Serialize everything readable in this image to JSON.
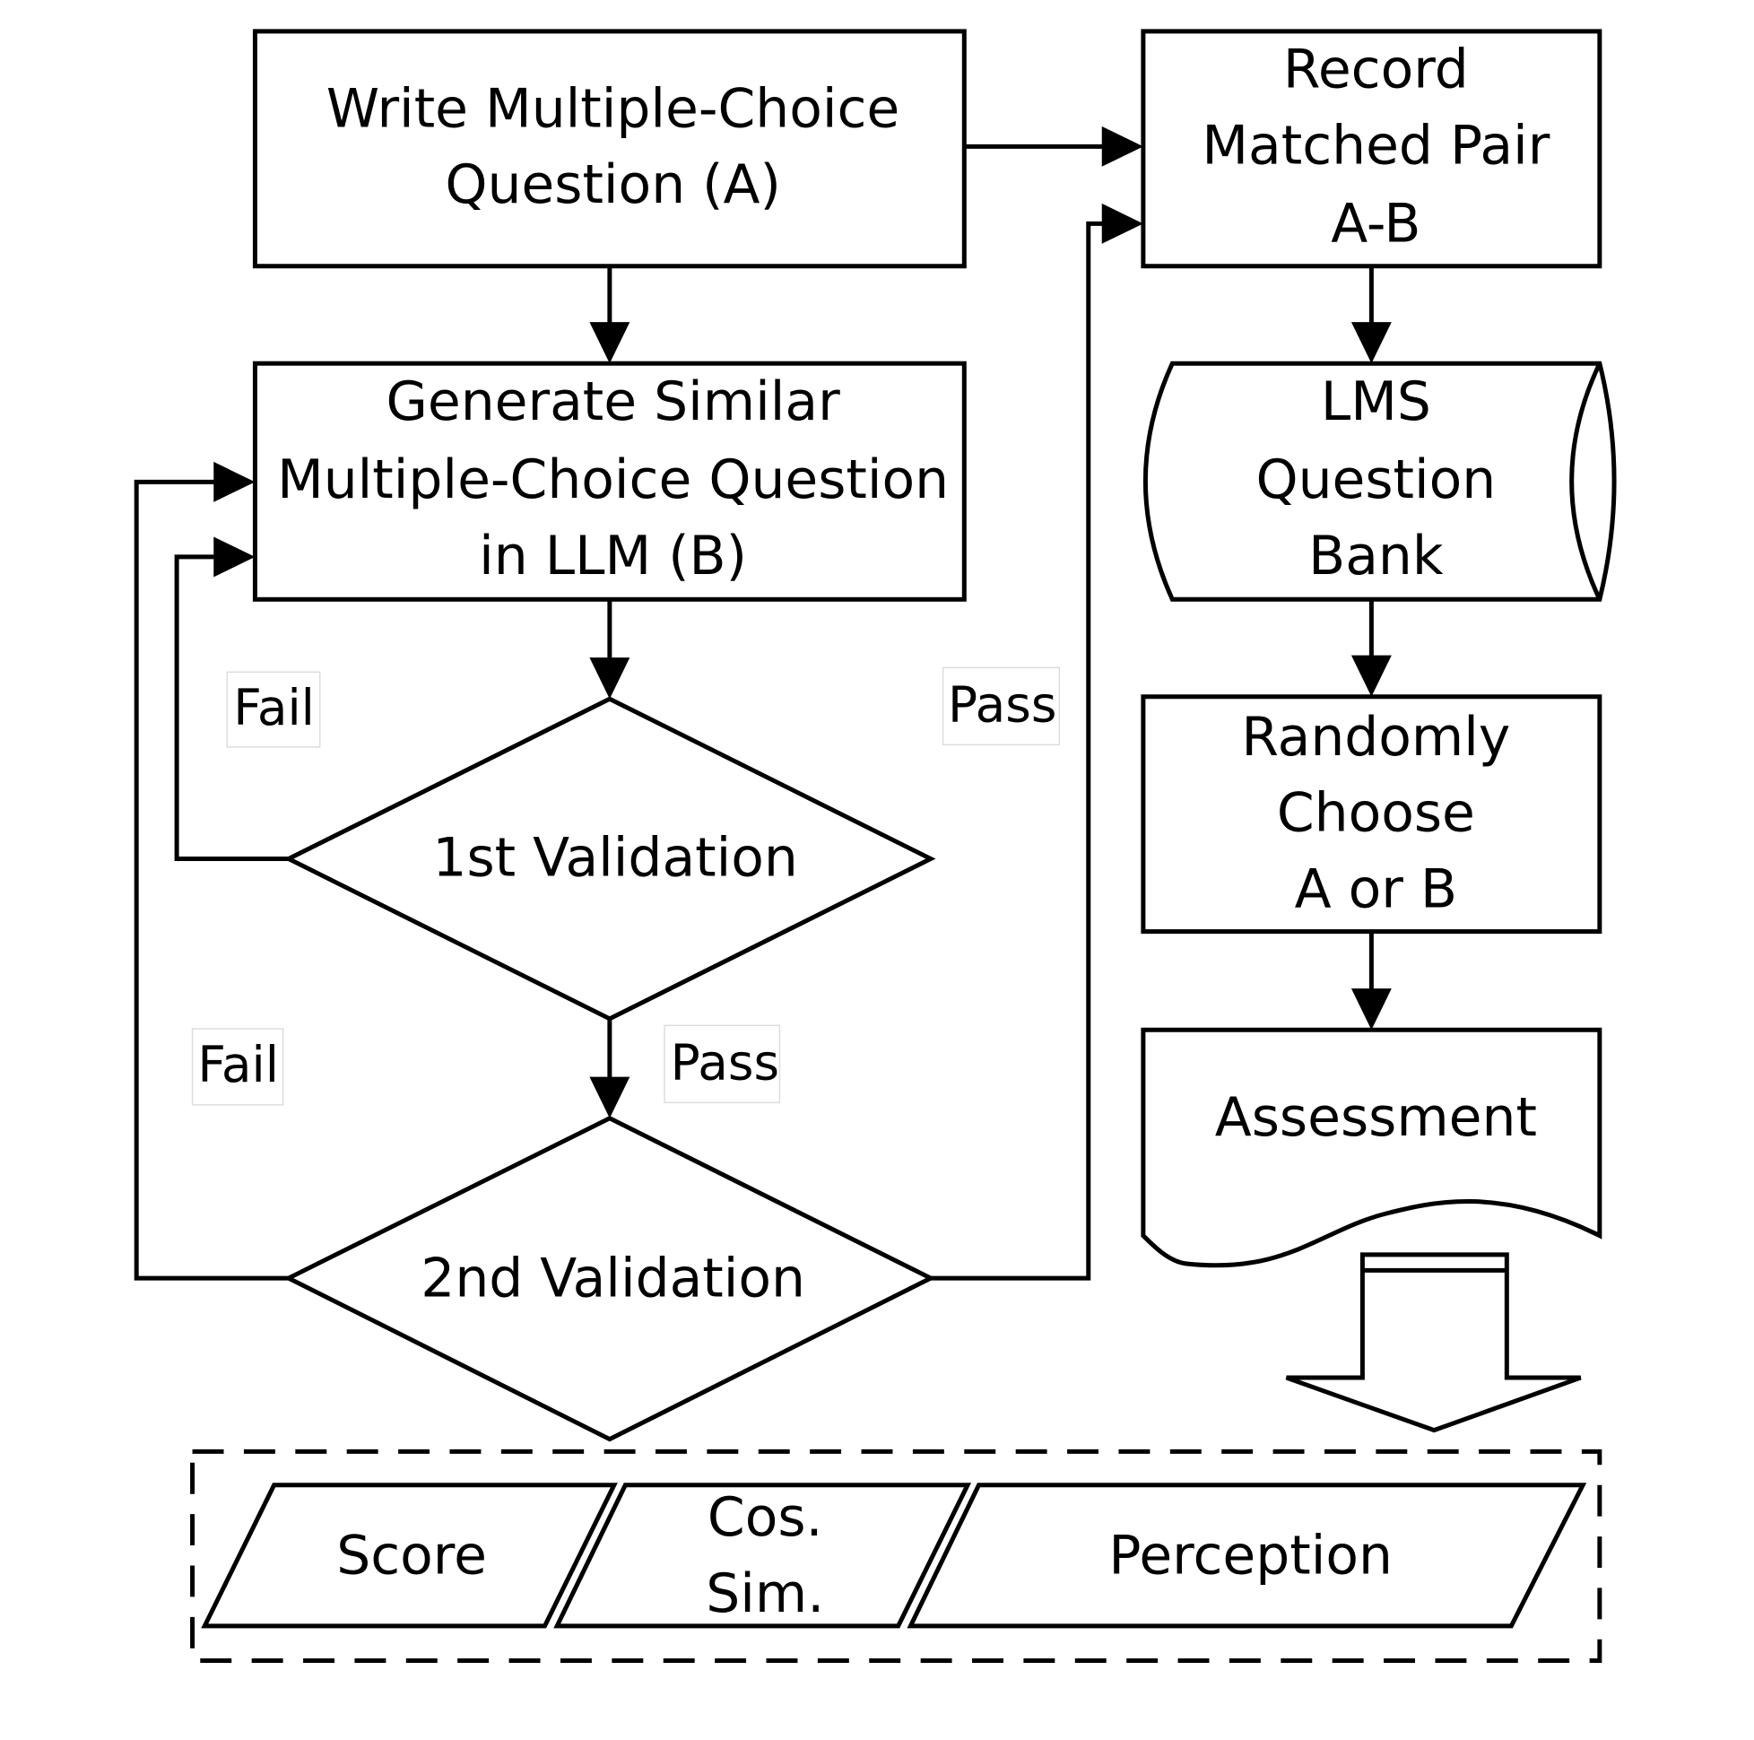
{
  "diagram": {
    "title": "Multiple-choice question generation and assessment flowchart",
    "nodes": {
      "write_question": {
        "lines": [
          "Write Multiple-Choice",
          "Question (A)"
        ]
      },
      "record_pair": {
        "lines": [
          "Record",
          "Matched Pair",
          "A-B"
        ]
      },
      "generate_question": {
        "lines": [
          "Generate Similar",
          "Multiple-Choice Question",
          "in LLM (B)"
        ]
      },
      "question_bank": {
        "lines": [
          "LMS",
          "Question",
          "Bank"
        ]
      },
      "validation_1": {
        "label": "1st Validation"
      },
      "validation_2": {
        "label": "2nd Validation"
      },
      "random_choose": {
        "lines": [
          "Randomly",
          "Choose",
          "A or B"
        ]
      },
      "assessment": {
        "label": "Assessment"
      },
      "outputs": [
        {
          "lines": [
            "Score"
          ]
        },
        {
          "lines": [
            "Cos.",
            "Sim."
          ]
        },
        {
          "lines": [
            "Perception"
          ]
        }
      ]
    },
    "edge_labels": {
      "fail_1": "Fail",
      "pass_1": "Pass",
      "fail_2": "Fail",
      "pass_2": "Pass"
    },
    "edges": [
      {
        "from": "write_question",
        "to": "record_pair"
      },
      {
        "from": "write_question",
        "to": "generate_question"
      },
      {
        "from": "generate_question",
        "to": "validation_1"
      },
      {
        "from": "validation_1",
        "to": "generate_question",
        "label": "Fail"
      },
      {
        "from": "validation_1",
        "to": "validation_2",
        "label": "Pass"
      },
      {
        "from": "validation_2",
        "to": "generate_question",
        "label": "Fail"
      },
      {
        "from": "validation_2",
        "to": "record_pair",
        "label": "Pass"
      },
      {
        "from": "record_pair",
        "to": "question_bank"
      },
      {
        "from": "question_bank",
        "to": "random_choose"
      },
      {
        "from": "random_choose",
        "to": "assessment"
      },
      {
        "from": "assessment",
        "to": "outputs"
      }
    ]
  }
}
